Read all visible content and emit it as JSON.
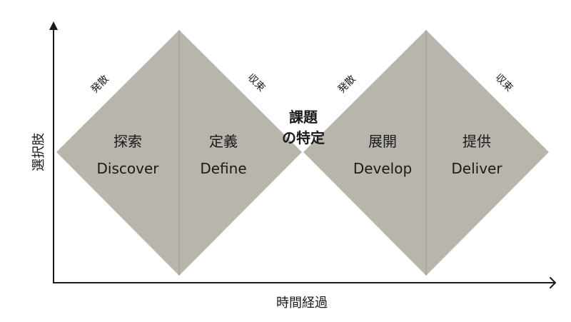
{
  "axes": {
    "y_label": "選択肢",
    "x_label": "時間経過"
  },
  "phases": [
    {
      "jp": "探索",
      "en": "Discover"
    },
    {
      "jp": "定義",
      "en": "Define"
    },
    {
      "jp": "展開",
      "en": "Develop"
    },
    {
      "jp": "提供",
      "en": "Deliver"
    }
  ],
  "edge_labels": {
    "diverge": "発散",
    "converge": "収束"
  },
  "center": {
    "line1": "課題",
    "line2": "の特定"
  },
  "colors": {
    "diamond": "#b8b5ad",
    "divider": "#9e9b93",
    "axis": "#1a1a1a"
  }
}
